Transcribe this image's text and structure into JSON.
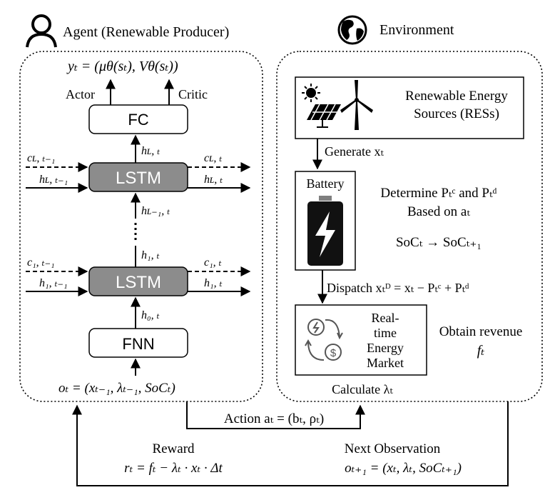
{
  "agent": {
    "title": "Agent (Renewable Producer)",
    "output": "yₜ = (μθ(sₜ), Vθ(sₜ))",
    "actor_label": "Actor",
    "critic_label": "Critic",
    "fc_label": "FC",
    "lstm_top_label": "LSTM",
    "lstm_bottom_label": "LSTM",
    "fnn_label": "FNN",
    "h_L_t": "hʟ, ₜ",
    "c_L_tm1": "cʟ, ₜ₋₁",
    "h_L_tm1": "hʟ, ₜ₋₁",
    "c_L_t": "cʟ, ₜ",
    "h_L_t_right": "hʟ, ₜ",
    "h_Lm1_t": "hʟ₋₁, ₜ",
    "h_1_t": "h₁, ₜ",
    "c_1_tm1": "c₁, ₜ₋₁",
    "h_1_tm1": "h₁, ₜ₋₁",
    "c_1_t": "c₁, ₜ",
    "h_1_t_right": "h₁, ₜ",
    "h_0_t": "h₀, ₜ",
    "observation": "oₜ = (xₜ₋₁, λₜ₋₁, SoCₜ)"
  },
  "environment": {
    "title": "Environment",
    "res_label_line1": "Renewable Energy",
    "res_label_line2": "Sources (RESs)",
    "generate_label": "Generate xₜ",
    "battery_label": "Battery",
    "determine_line1": "Determine Pₜᶜ and Pₜᵈ",
    "determine_line2": "Based on aₜ",
    "soc_transition": "SoCₜ → SoCₜ₊₁",
    "dispatch_label": "Dispatch xₜᴰ = xₜ − Pₜᶜ + Pₜᵈ",
    "market_line1": "Real-",
    "market_line2": "time",
    "market_line3": "Energy",
    "market_line4": "Market",
    "revenue_line1": "Obtain revenue",
    "revenue_line2": "fₜ",
    "calculate_label": "Calculate λₜ"
  },
  "loop": {
    "action_label": "Action aₜ = (bₜ, ρₜ)",
    "reward_title": "Reward",
    "reward_formula": "rₜ = fₜ − λₜ · xₜ · Δt",
    "next_obs_title": "Next Observation",
    "next_obs_formula": "oₜ₊₁ = (xₜ, λₜ, SoCₜ₊₁)"
  },
  "colors": {
    "lstm_fill": "#8c8c8c",
    "line": "#000000",
    "battery_body": "#111111",
    "battery_cap": "#7f7f7f"
  }
}
